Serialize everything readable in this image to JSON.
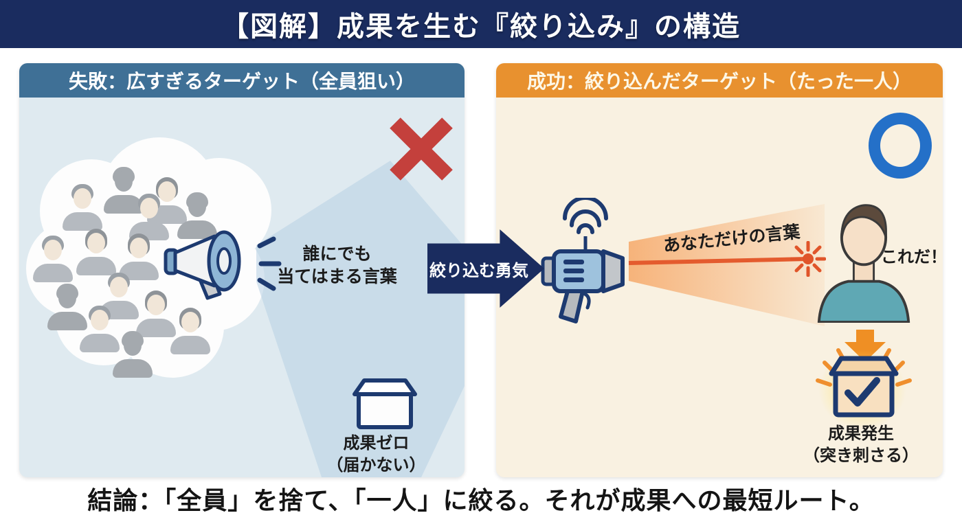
{
  "title": "【図解】成果を生む『絞り込み』の構造",
  "panels": {
    "fail": {
      "header": "失敗：広すぎるターゲット（全員狙い）",
      "mark": "cross",
      "message_line1": "誰にでも",
      "message_line2": "当てはまる言葉",
      "result_line1": "成果ゼロ",
      "result_line2": "（届かない）"
    },
    "success": {
      "header": "成功：絞り込んだターゲット（たった一人）",
      "mark": "circle",
      "beam_label": "あなただけの言葉",
      "target_reaction": "これだ！",
      "result_line1": "成果発生",
      "result_line2": "（突き刺さる）"
    }
  },
  "center_arrow_label": "絞り込む勇気",
  "conclusion": "結論：「全員」を捨て、「一人」に絞る。それが成果への最短ルート。",
  "colors": {
    "navy": "#1a2c5f",
    "steel": "#3f7096",
    "panel_blue": "#dfeaf0",
    "orange": "#e8912f",
    "cream": "#f9f1e1",
    "red": "#c4403c",
    "blue_ring": "#2470c8",
    "laser": "#e45b2e",
    "accent_orange": "#ef8f24"
  }
}
